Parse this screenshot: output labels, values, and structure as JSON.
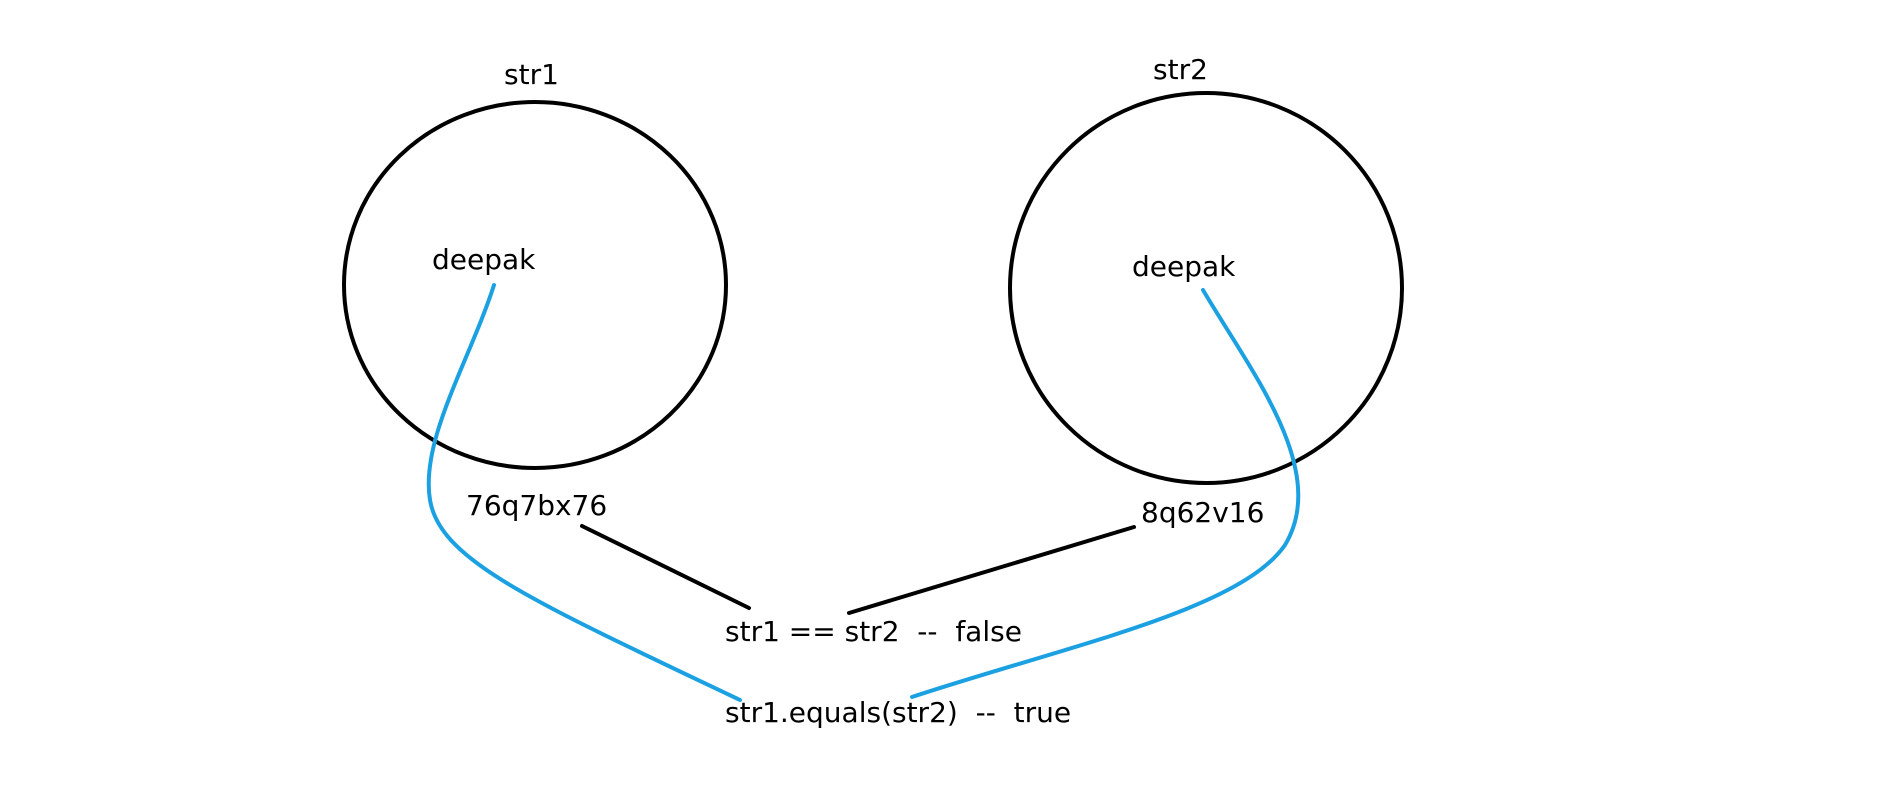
{
  "objects": [
    {
      "name": "str1",
      "value": "deepak",
      "address": "76q7bx76"
    },
    {
      "name": "str2",
      "value": "deepak",
      "address": "8q62v16"
    }
  ],
  "comparisons": {
    "reference": "str1 == str2  --  false",
    "content": "str1.equals(str2)  --  true"
  },
  "colors": {
    "outline": "#000000",
    "reference_line": "#000000",
    "content_line": "#1ba1e2",
    "text": "#000000",
    "background": "#ffffff"
  }
}
